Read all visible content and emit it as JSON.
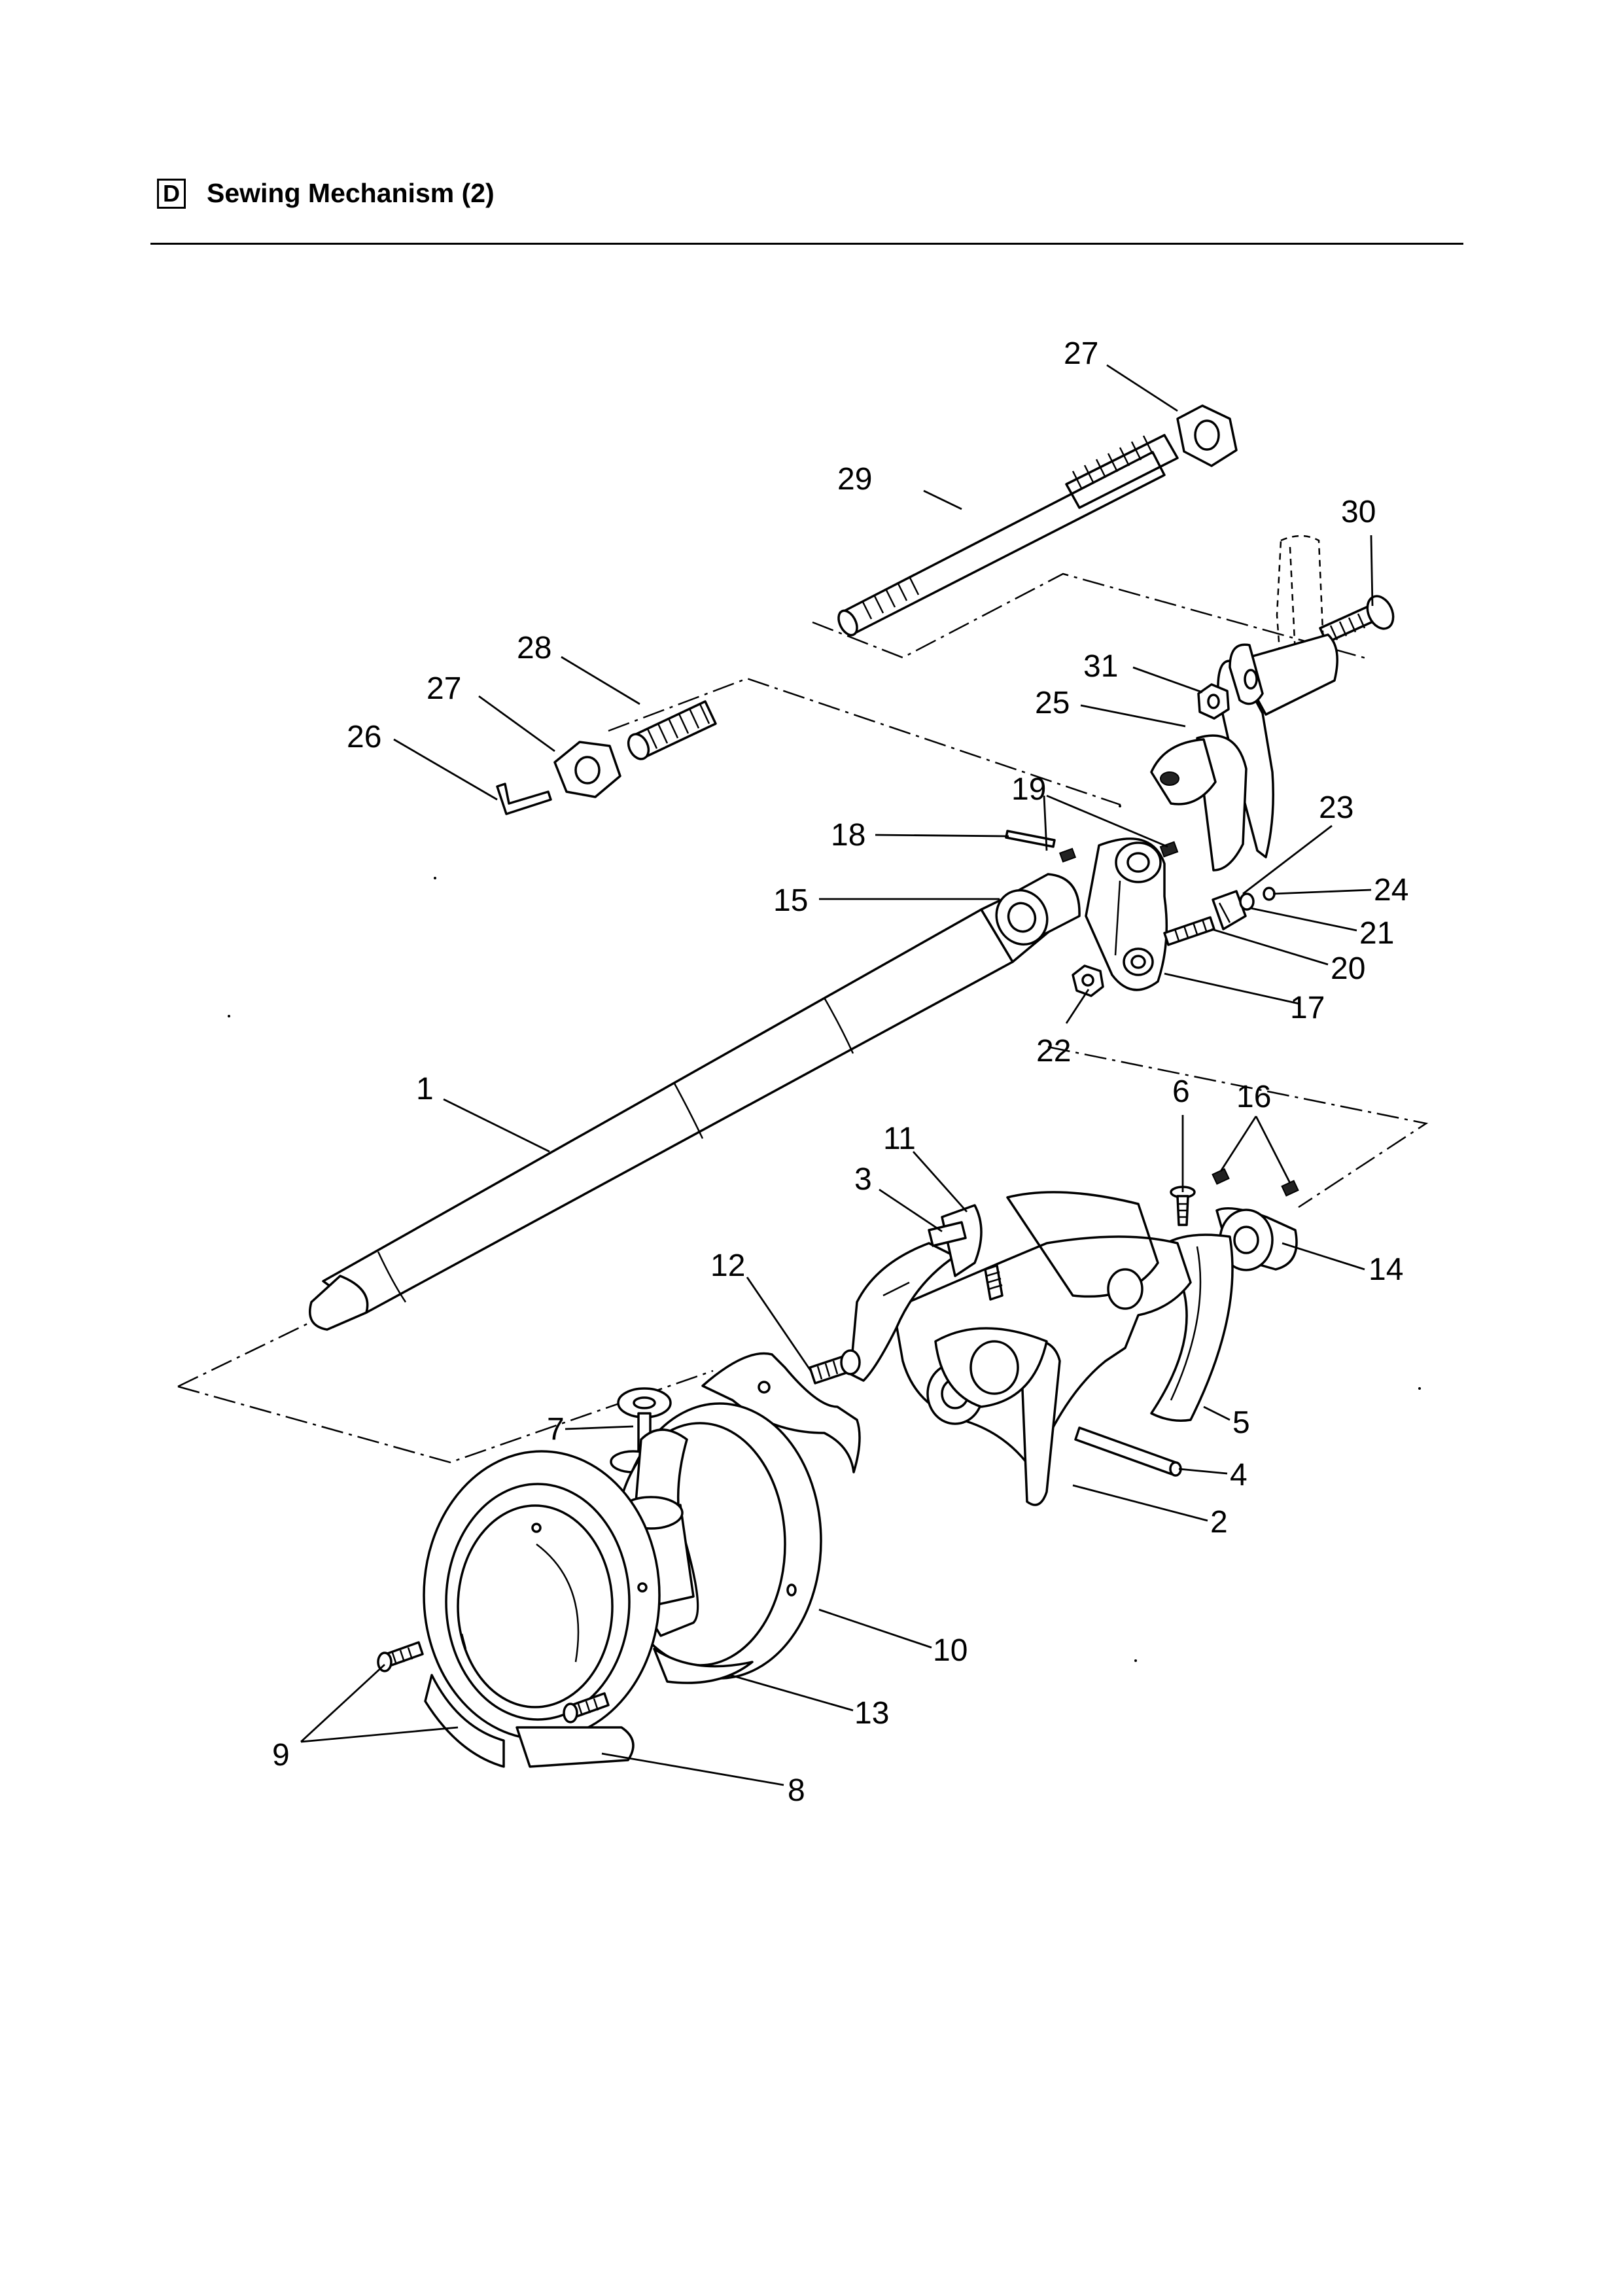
{
  "header": {
    "section_letter": "D",
    "title": "Sewing Mechanism (2)"
  },
  "callouts": [
    {
      "id": "c27a",
      "label": "27"
    },
    {
      "id": "c29",
      "label": "29"
    },
    {
      "id": "c30",
      "label": "30"
    },
    {
      "id": "c28",
      "label": "28"
    },
    {
      "id": "c27b",
      "label": "27"
    },
    {
      "id": "c26",
      "label": "26"
    },
    {
      "id": "c31",
      "label": "31"
    },
    {
      "id": "c25",
      "label": "25"
    },
    {
      "id": "c19",
      "label": "19"
    },
    {
      "id": "c23",
      "label": "23"
    },
    {
      "id": "c18",
      "label": "18"
    },
    {
      "id": "c15",
      "label": "15"
    },
    {
      "id": "c24",
      "label": "24"
    },
    {
      "id": "c21",
      "label": "21"
    },
    {
      "id": "c20",
      "label": "20"
    },
    {
      "id": "c17",
      "label": "17"
    },
    {
      "id": "c22",
      "label": "22"
    },
    {
      "id": "c1",
      "label": "1"
    },
    {
      "id": "c6",
      "label": "6"
    },
    {
      "id": "c16",
      "label": "16"
    },
    {
      "id": "c11",
      "label": "11"
    },
    {
      "id": "c3",
      "label": "3"
    },
    {
      "id": "c12",
      "label": "12"
    },
    {
      "id": "c14",
      "label": "14"
    },
    {
      "id": "c7",
      "label": "7"
    },
    {
      "id": "c5",
      "label": "5"
    },
    {
      "id": "c4",
      "label": "4"
    },
    {
      "id": "c2",
      "label": "2"
    },
    {
      "id": "c10",
      "label": "10"
    },
    {
      "id": "c13",
      "label": "13"
    },
    {
      "id": "c9",
      "label": "9"
    },
    {
      "id": "c8",
      "label": "8"
    }
  ]
}
